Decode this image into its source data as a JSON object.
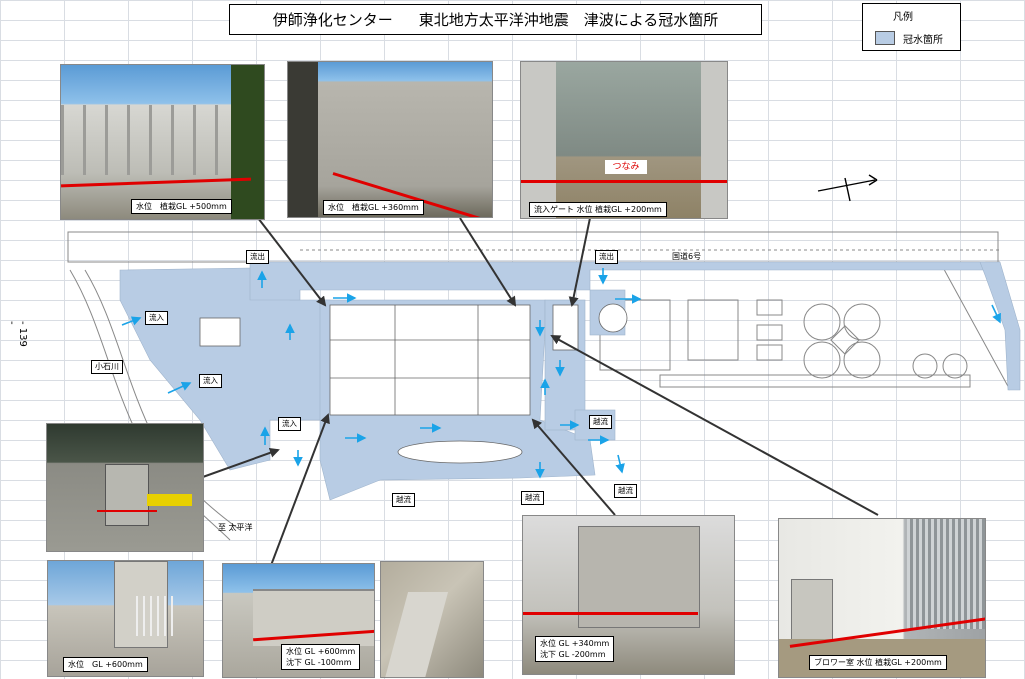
{
  "title": {
    "facility": "伊師浄化センター",
    "event": "東北地方太平洋沖地震　津波による冠水箇所"
  },
  "legend": {
    "title": "凡例",
    "label": "冠水箇所",
    "color": "#b8cce4"
  },
  "page_number": "- 139 -",
  "map": {
    "road": "国道6号",
    "river": "小石川",
    "to_sea": "至 太平洋",
    "compass": "north-arrow",
    "tags": {
      "inflow1": "流入",
      "inflow2": "流入",
      "inflow3": "流入",
      "outflow1": "流出",
      "outflow2": "流出",
      "overflow1": "越流",
      "overflow2": "越流",
      "overflow3": "越流",
      "overflow4": "越流"
    }
  },
  "photos": {
    "p1": {
      "caption": "水位　植栽GL +500mm"
    },
    "p2": {
      "caption": "水位　植栽GL +360mm"
    },
    "p3": {
      "caption": "流入ゲート 水位  植栽GL +200mm",
      "sign": "つなみ"
    },
    "p4": {
      "caption": ""
    },
    "p5": {
      "caption": "水位　GL +600mm"
    },
    "p6": {
      "caption_l1": "水位 GL +600mm",
      "caption_l2": "沈下 GL -100mm"
    },
    "p7": {
      "caption": ""
    },
    "p8": {
      "caption_l1": "水位 GL +340mm",
      "caption_l2": "沈下 GL -200mm"
    },
    "p9": {
      "caption": "ブロワー室  水位 植栽GL +200mm"
    }
  },
  "colors": {
    "flood": "#b8cce4",
    "arrow": "#1aa3e8",
    "waterline": "#e00000"
  }
}
